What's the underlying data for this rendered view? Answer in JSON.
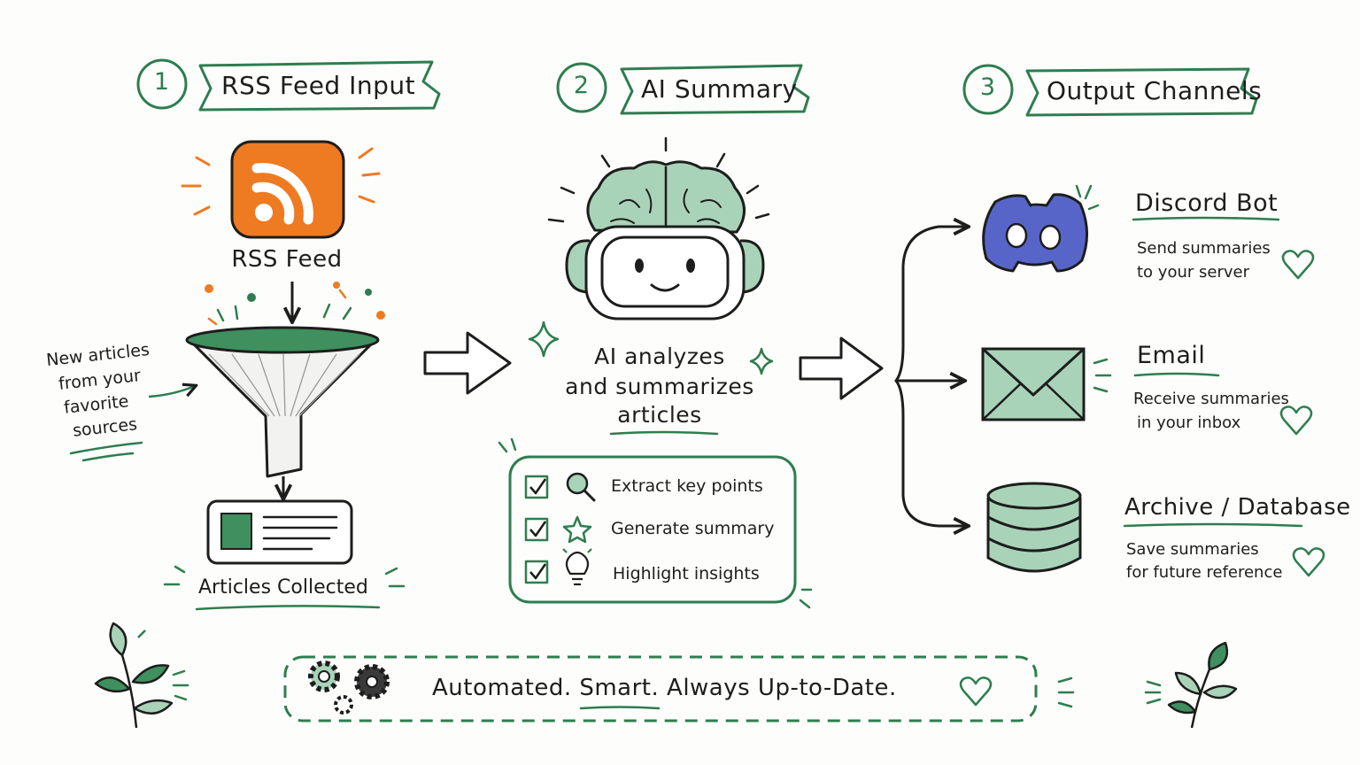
{
  "steps": [
    {
      "number": "1",
      "title": "RSS Feed Input"
    },
    {
      "number": "2",
      "title": "AI Summary"
    },
    {
      "number": "3",
      "title": "Output Channels"
    }
  ],
  "input": {
    "rss_label": "RSS Feed",
    "side_note": [
      "New articles",
      "from your",
      "favorite",
      "sources"
    ],
    "collected_label": "Articles Collected"
  },
  "ai": {
    "caption": [
      "AI analyzes",
      "and summarizes",
      "articles"
    ],
    "tasks": [
      "Extract key points",
      "Generate summary",
      "Highlight insights"
    ]
  },
  "outputs": [
    {
      "title": "Discord Bot",
      "lines": [
        "Send summaries",
        "to your server"
      ],
      "icon": "discord-icon"
    },
    {
      "title": "Email",
      "lines": [
        "Receive summaries",
        "in your inbox"
      ],
      "icon": "envelope-icon"
    },
    {
      "title": "Archive / Database",
      "lines": [
        "Save summaries",
        "for future reference"
      ],
      "icon": "database-icon"
    }
  ],
  "footer": {
    "tagline": "Automated. Smart. Always Up-to-Date."
  },
  "colors": {
    "green": "#2e7d4f",
    "light_green": "#a9d3b8",
    "orange": "#ee7a22",
    "discord": "#5865c8",
    "ink": "#1d1d1d"
  }
}
